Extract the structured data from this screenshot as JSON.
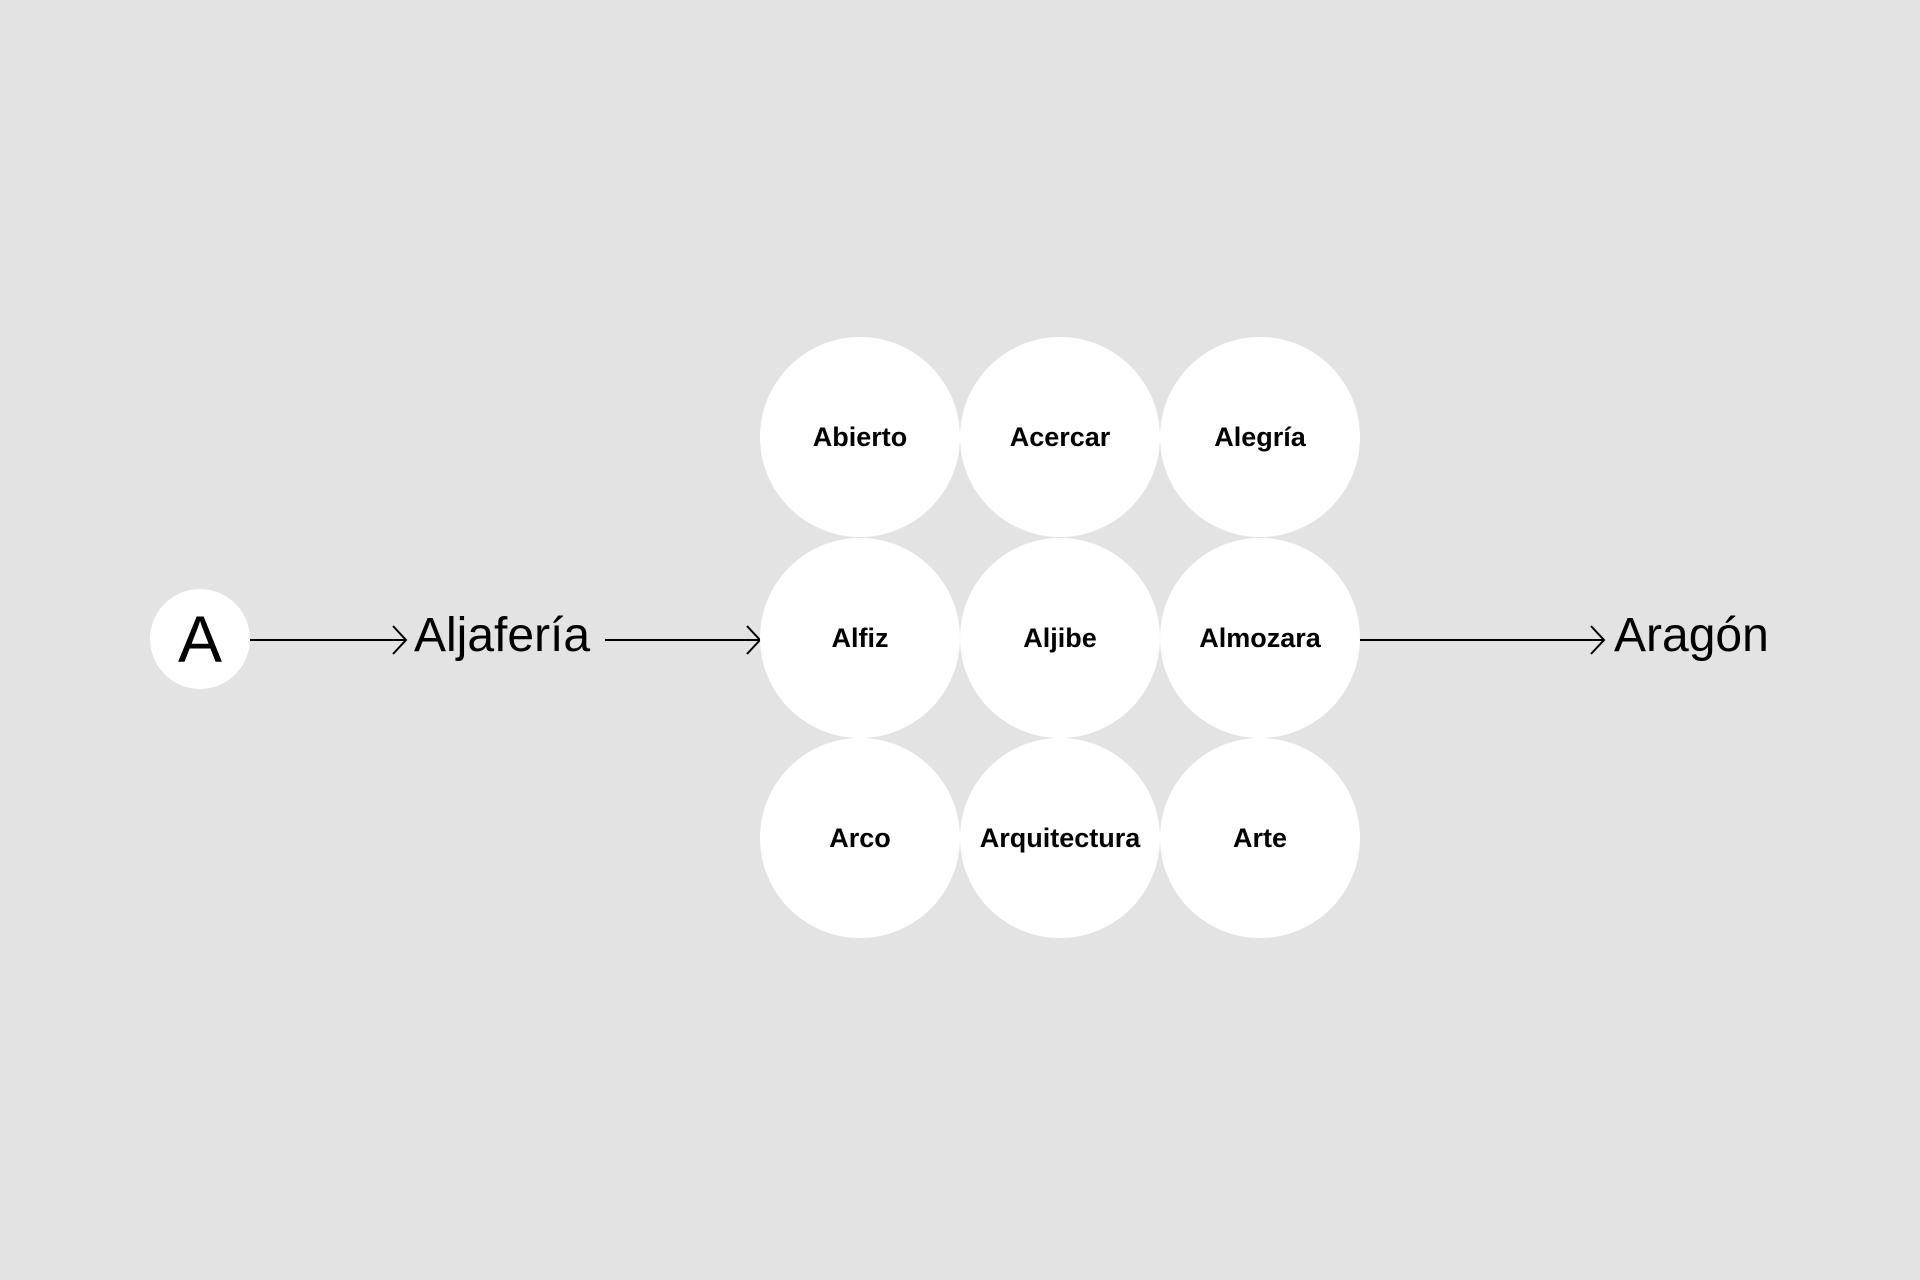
{
  "start": {
    "letter": "A"
  },
  "first_word": "Aljafería",
  "grid": [
    [
      "Abierto",
      "Acercar",
      "Alegría"
    ],
    [
      "Alfiz",
      "Aljibe",
      "Almozara"
    ],
    [
      "Arco",
      "Arquitectura",
      "Arte"
    ]
  ],
  "end_word": "Aragón",
  "colors": {
    "background": "#e3e3e3",
    "node": "#ffffff",
    "ink": "#000000"
  }
}
